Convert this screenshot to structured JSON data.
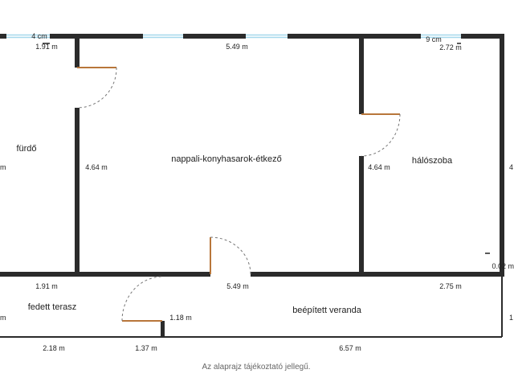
{
  "colors": {
    "wall": "#2b2b2b",
    "window": "#a6d8ec",
    "door": "#b8763a",
    "door_arc": "#777777",
    "text": "#222222",
    "note": "#666666"
  },
  "rooms": [
    {
      "name": "fürdő"
    },
    {
      "name": "nappali-konyhasarok-étkező"
    },
    {
      "name": "hálószoba"
    },
    {
      "name": "fedett terasz"
    },
    {
      "name": "beépített veranda"
    }
  ],
  "dimensions": [
    {
      "value": "4 cm"
    },
    {
      "value": "1.91 m"
    },
    {
      "value": "5.49 m"
    },
    {
      "value": "9 cm"
    },
    {
      "value": "2.72 m"
    },
    {
      "value": "m"
    },
    {
      "value": "4.64 m"
    },
    {
      "value": "4.64 m"
    },
    {
      "value": "4"
    },
    {
      "value": "1.91 m"
    },
    {
      "value": "5.49 m"
    },
    {
      "value": "2.75 m"
    },
    {
      "value": "0.02 m"
    },
    {
      "value": "m"
    },
    {
      "value": "1.18 m"
    },
    {
      "value": "1"
    },
    {
      "value": "2.18 m"
    },
    {
      "value": "1.37 m"
    },
    {
      "value": "6.57 m"
    }
  ],
  "note": "Az alaprajz tájékoztató jellegű."
}
